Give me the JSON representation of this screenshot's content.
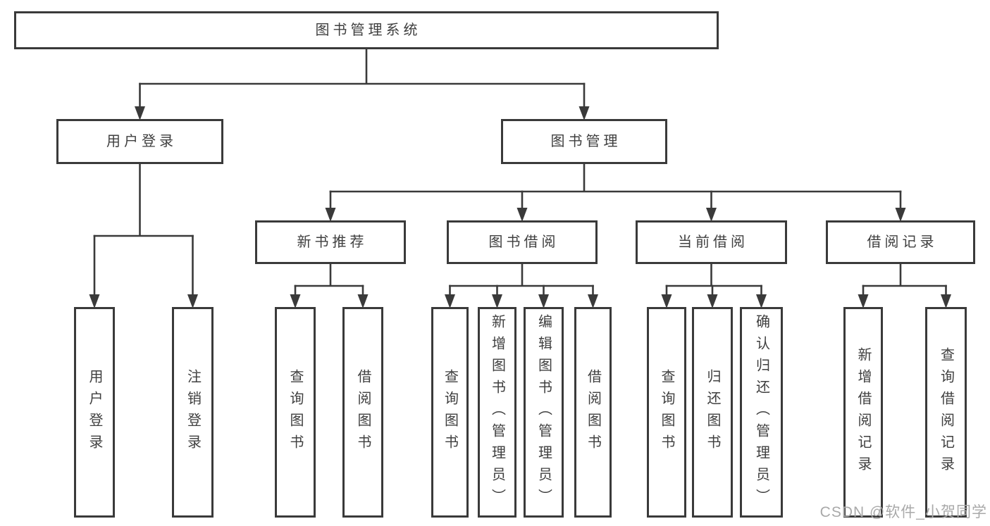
{
  "colors": {
    "line": "#3a3a3a",
    "text": "#3f3f3f",
    "watermark": "#a9a9a9",
    "background": "#ffffff"
  },
  "watermark": "CSDN @软件_小贺同学",
  "diagram": {
    "title": "图书管理系统",
    "nodes": [
      {
        "id": "root",
        "label": "图书管理系统",
        "parent": null
      },
      {
        "id": "login",
        "label": "用户登录",
        "parent": "root"
      },
      {
        "id": "mgmt",
        "label": "图书管理",
        "parent": "root"
      },
      {
        "id": "newbook",
        "label": "新书推荐",
        "parent": "mgmt"
      },
      {
        "id": "borrow",
        "label": "图书借阅",
        "parent": "mgmt"
      },
      {
        "id": "current",
        "label": "当前借阅",
        "parent": "mgmt"
      },
      {
        "id": "records",
        "label": "借阅记录",
        "parent": "mgmt"
      },
      {
        "id": "leaf-login",
        "label": "用户登录",
        "parent": "login"
      },
      {
        "id": "leaf-logout",
        "label": "注销登录",
        "parent": "login"
      },
      {
        "id": "leaf-nb-query",
        "label": "查询图书",
        "parent": "newbook"
      },
      {
        "id": "leaf-nb-borrow",
        "label": "借阅图书",
        "parent": "newbook"
      },
      {
        "id": "leaf-bw-query",
        "label": "查询图书",
        "parent": "borrow"
      },
      {
        "id": "leaf-bw-add",
        "label": "新增图书（管理员）",
        "parent": "borrow"
      },
      {
        "id": "leaf-bw-edit",
        "label": "编辑图书（管理员）",
        "parent": "borrow"
      },
      {
        "id": "leaf-bw-borrow",
        "label": "借阅图书",
        "parent": "borrow"
      },
      {
        "id": "leaf-cur-query",
        "label": "查询图书",
        "parent": "current"
      },
      {
        "id": "leaf-cur-return",
        "label": "归还图书",
        "parent": "current"
      },
      {
        "id": "leaf-cur-confirm",
        "label": "确认归还（管理员）",
        "parent": "current"
      },
      {
        "id": "leaf-rec-add",
        "label": "新增借阅记录",
        "parent": "records"
      },
      {
        "id": "leaf-rec-query",
        "label": "查询借阅记录",
        "parent": "records"
      }
    ]
  }
}
